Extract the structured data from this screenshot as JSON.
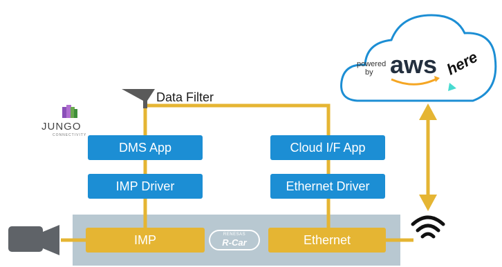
{
  "filter": {
    "label": "Data Filter"
  },
  "jungo": {
    "name": "JUNGO",
    "tagline": "CONNECTIVITY"
  },
  "boxes": {
    "dms_app": "DMS App",
    "imp_driver": "IMP Driver",
    "cloud_if_app": "Cloud I/F App",
    "ethernet_driver": "Ethernet Driver",
    "imp": "IMP",
    "ethernet": "Ethernet"
  },
  "soc": {
    "vendor": "RENESAS",
    "name": "R-Car"
  },
  "cloud": {
    "powered_line1": "powered",
    "powered_line2": "by",
    "aws": "aws",
    "here": "here"
  },
  "colors": {
    "app_box": "#1c8ed4",
    "hw_box": "#e5b533",
    "connector": "#e5b533",
    "soc_panel": "#b8c8d1",
    "cloud_outline": "#1c8ed4"
  }
}
